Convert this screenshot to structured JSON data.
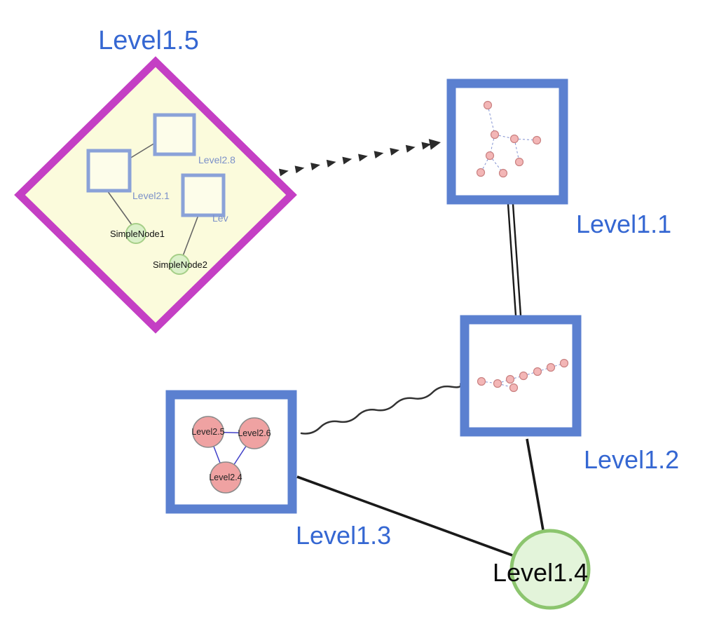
{
  "diagram": {
    "type": "nested-graph",
    "top_level_nodes": {
      "level15": {
        "label": "Level1.5",
        "shape": "diamond-group"
      },
      "level11": {
        "label": "Level1.1",
        "shape": "square-group"
      },
      "level12": {
        "label": "Level1.2",
        "shape": "square-group"
      },
      "level13": {
        "label": "Level1.3",
        "shape": "square-group"
      },
      "level14": {
        "label": "Level1.4",
        "shape": "circle"
      }
    },
    "level15_children": {
      "level28": {
        "label": "Level2.8"
      },
      "level21": {
        "label": "Level2.1"
      },
      "lev": {
        "label": "Lev"
      },
      "simplenode1": {
        "label": "SimpleNode1"
      },
      "simplenode2": {
        "label": "SimpleNode2"
      }
    },
    "level13_children": {
      "level25": {
        "label": "Level2.5"
      },
      "level26": {
        "label": "Level2.6"
      },
      "level24": {
        "label": "Level2.4"
      }
    },
    "colors": {
      "label_blue": "#3567d2",
      "node_border_blue": "#5b80d0",
      "group_border_magenta": "#c43fc4",
      "group_fill_yellow": "#fbfbdc",
      "leaf_fill_green": "#e3f4da",
      "leaf_border_green": "#8cc56e",
      "child_fill_pink": "#efa2a2",
      "edge_black": "#1a1a1a"
    }
  }
}
